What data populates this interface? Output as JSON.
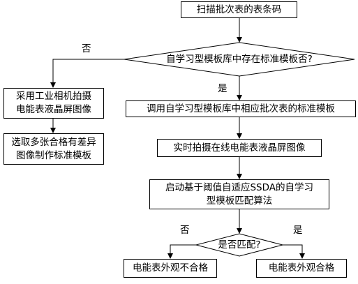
{
  "nodes": {
    "scan": "扫描批次表的表条码",
    "decision_template": "自学习型模板库中存在标准模板否?",
    "capture_camera": "采用工业相机拍摄\n电能表液晶屏图像",
    "select_samples": "选取多张合格有差异\n图像制作标准模板",
    "call_template": "调用自学习型模板库中相应批次表的标准模板",
    "realtime_capture": "实时拍摄在线电能表液晶屏图像",
    "start_algorithm": "启动基于阈值自适应SSDA的自学习\n型模板匹配算法",
    "decision_match": "是否匹配?",
    "result_fail": "电能表外观不合格",
    "result_pass": "电能表外观合格"
  },
  "edge_labels": {
    "no_template": "否",
    "yes_template": "是",
    "no_match": "否",
    "yes_match": "是"
  }
}
